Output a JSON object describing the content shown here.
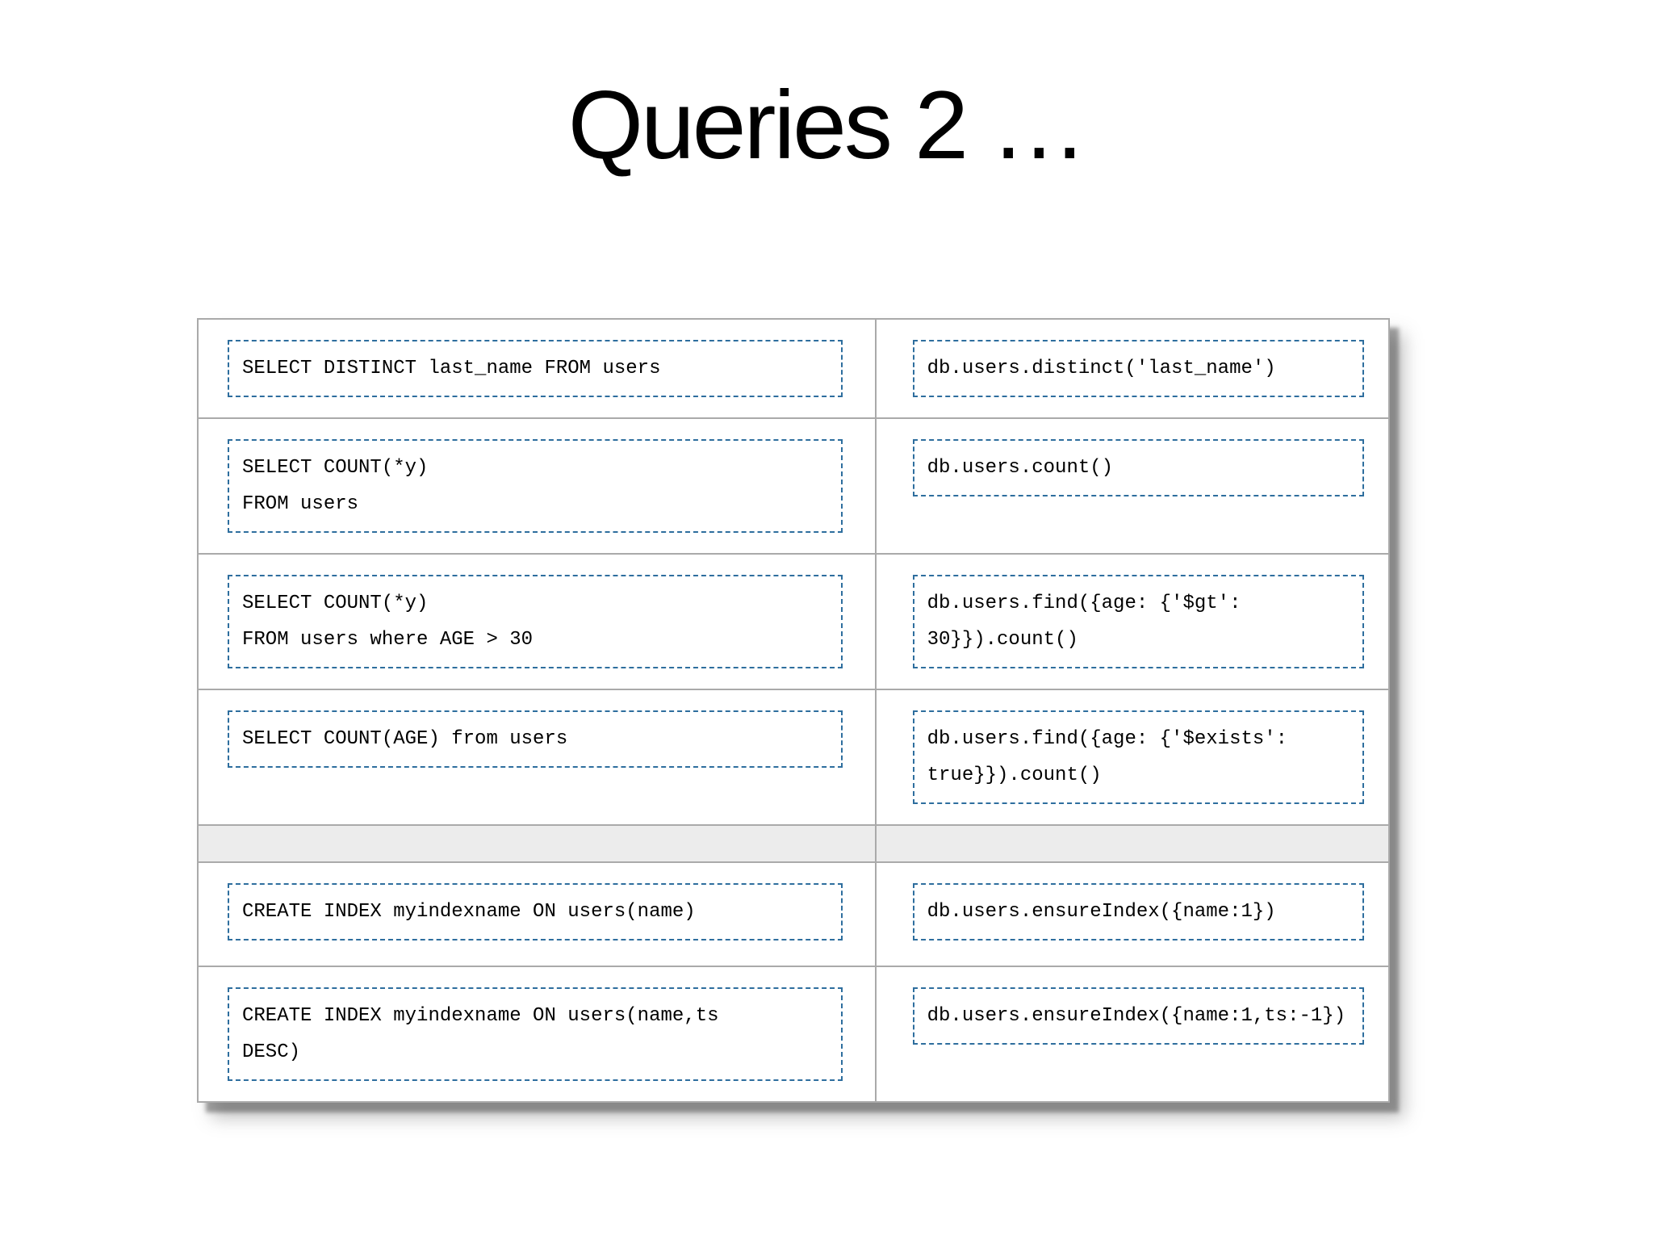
{
  "slide": {
    "title": "Queries 2 …"
  },
  "table": {
    "description": "SQL to MongoDB query comparison",
    "columns": [
      "sql",
      "mongodb"
    ],
    "rows": [
      {
        "type": "data",
        "sql": "SELECT DISTINCT last_name FROM users",
        "mongo": "db.users.distinct('last_name')"
      },
      {
        "type": "data",
        "sql": "SELECT COUNT(*y)\nFROM users",
        "mongo": "db.users.count()"
      },
      {
        "type": "data",
        "sql": "SELECT COUNT(*y)\nFROM users where AGE > 30",
        "mongo": "db.users.find({age: {'$gt':\n30}}).count()"
      },
      {
        "type": "data",
        "sql": "SELECT COUNT(AGE) from users",
        "mongo": "db.users.find({age: {'$exists':\ntrue}}).count()"
      },
      {
        "type": "separator"
      },
      {
        "type": "data",
        "sql": "CREATE INDEX myindexname ON users(name)",
        "mongo": "db.users.ensureIndex({name:1})"
      },
      {
        "type": "data",
        "sql": "CREATE INDEX myindexname ON users(name,ts\nDESC)",
        "mongo": "db.users.ensureIndex({name:1,ts:-1})"
      }
    ],
    "colors": {
      "dashed_box_border": "#2e6e9e",
      "grid_border": "#aaaaaa",
      "separator_row_bg": "#ececec",
      "text": "#000000",
      "background": "#ffffff"
    }
  }
}
